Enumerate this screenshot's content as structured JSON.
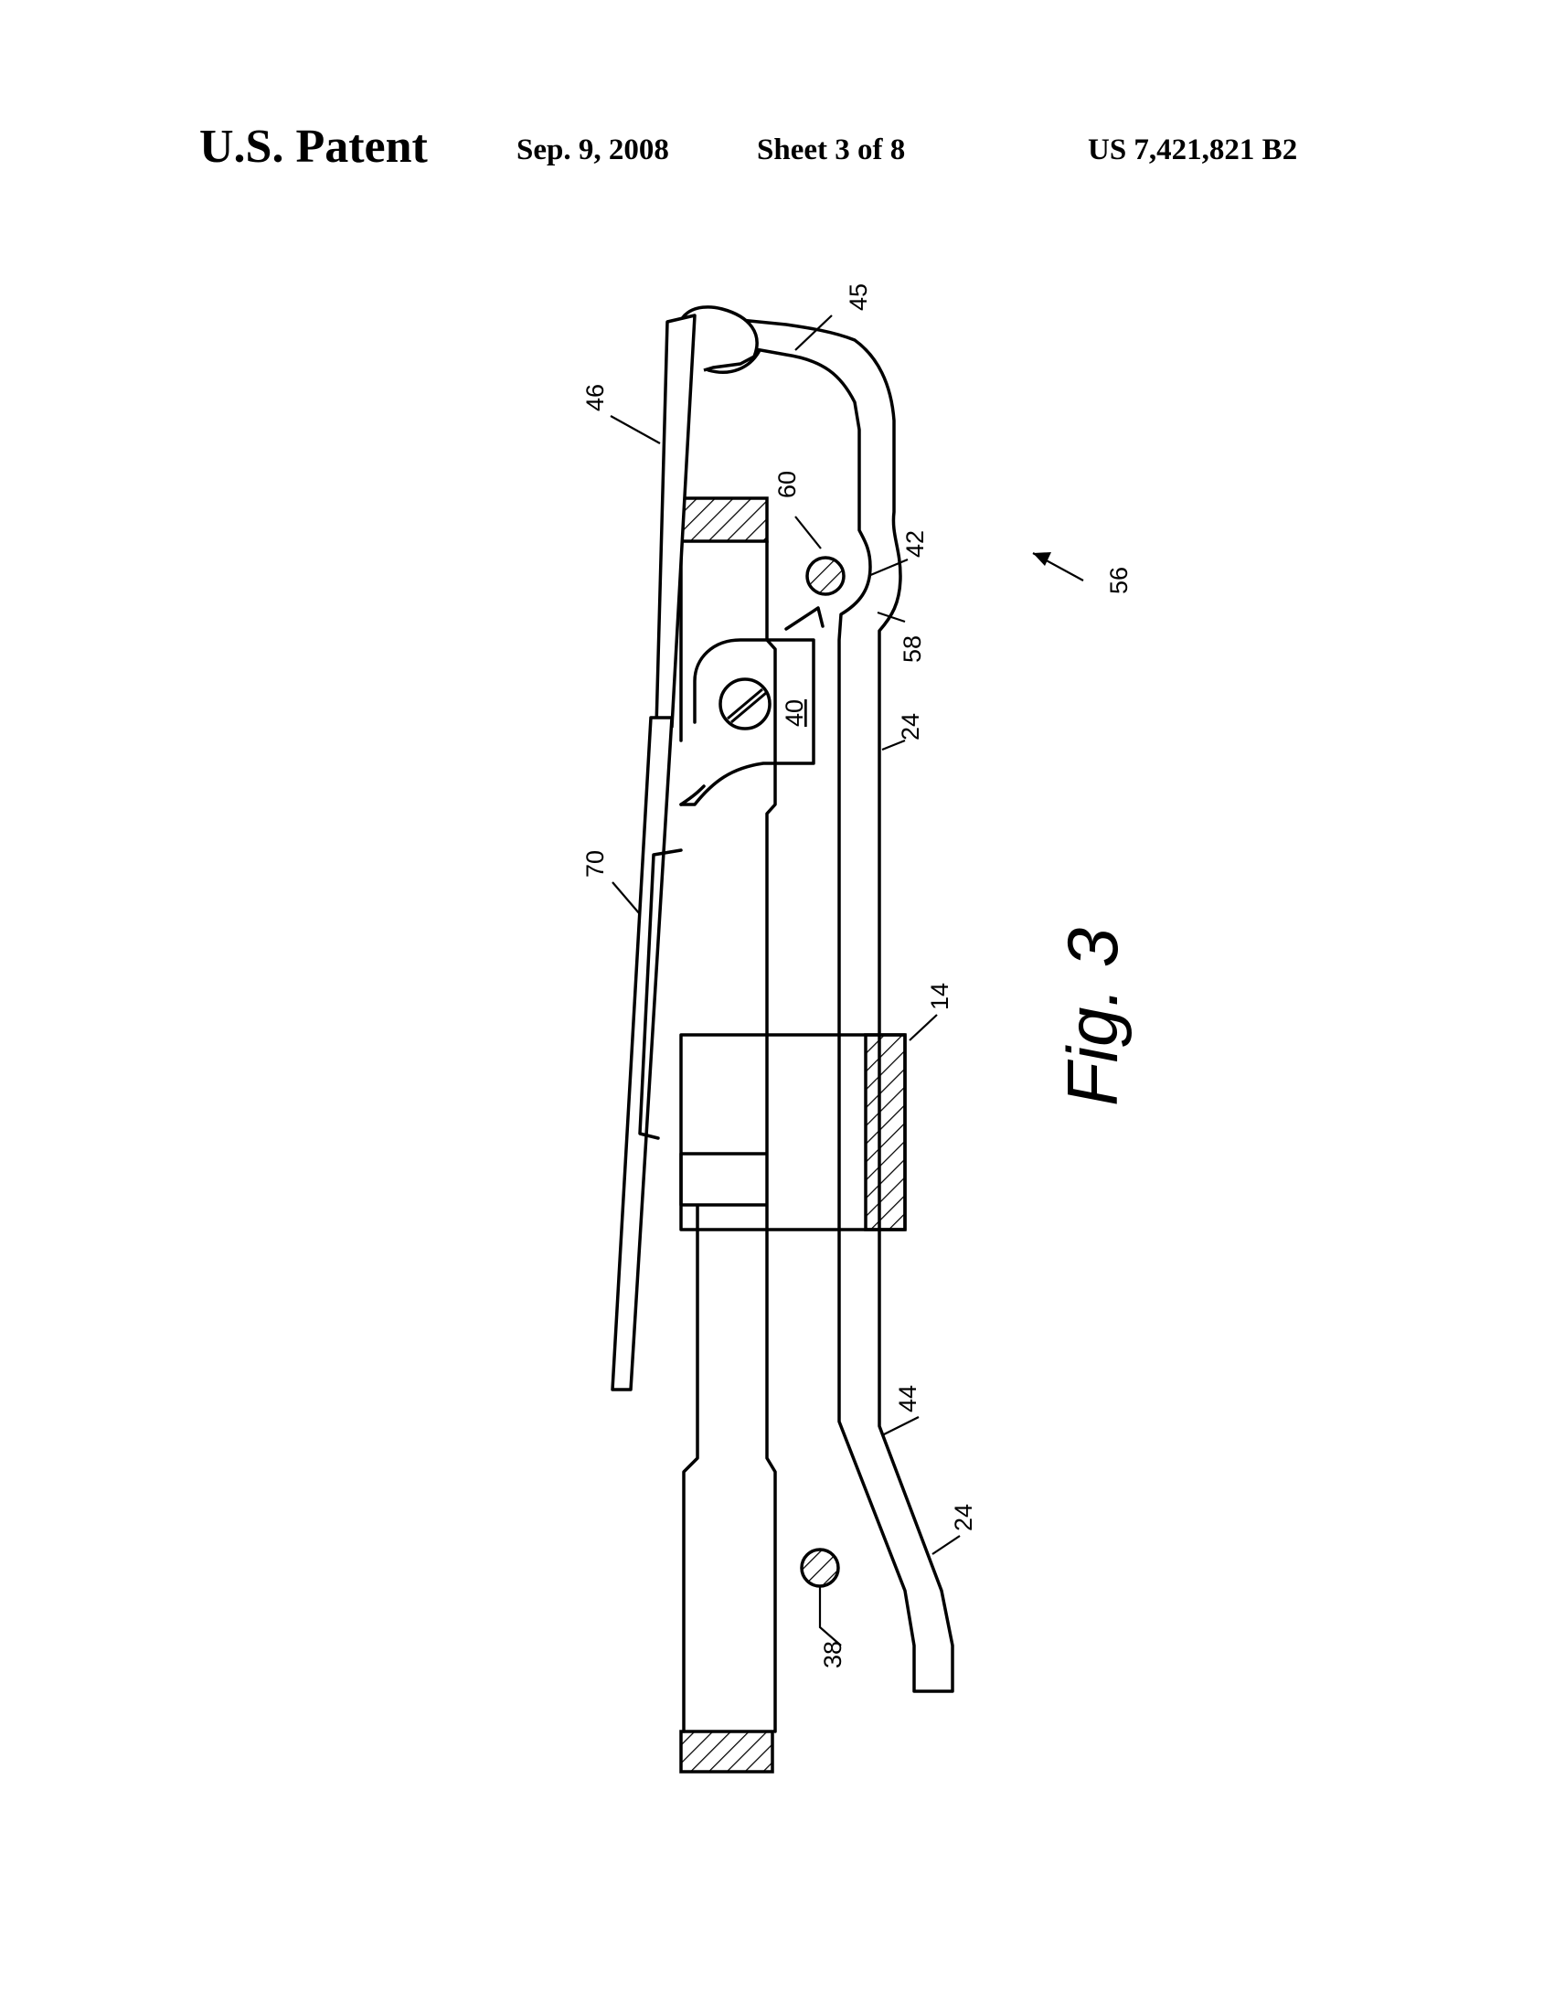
{
  "header": {
    "title": "U.S. Patent",
    "date": "Sep. 9, 2008",
    "sheet": "Sheet 3 of 8",
    "patent_number": "US 7,421,821 B2"
  },
  "figure": {
    "label": "Fig. 3",
    "reference_numerals": {
      "r46": "46",
      "r45": "45",
      "r60": "60",
      "r42": "42",
      "r58": "58",
      "r56": "56",
      "r40": "40",
      "r24a": "24",
      "r70": "70",
      "r14": "14",
      "r44": "44",
      "r24b": "24",
      "r38": "38"
    }
  }
}
